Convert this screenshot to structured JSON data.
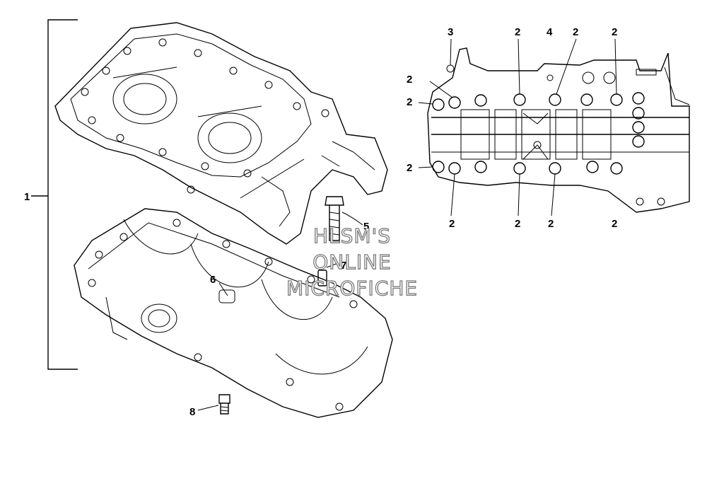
{
  "diagram": {
    "callouts_main": [
      "1",
      "5",
      "6",
      "7",
      "8"
    ],
    "callouts_right_top": [
      "3",
      "2",
      "4",
      "2",
      "2"
    ],
    "callouts_right_left": [
      "2",
      "2",
      "2"
    ],
    "callouts_right_bottom": [
      "2",
      "2",
      "2",
      "2"
    ],
    "watermark": [
      "HLSM'S",
      "ONLINE",
      "MICROFICHE"
    ]
  }
}
